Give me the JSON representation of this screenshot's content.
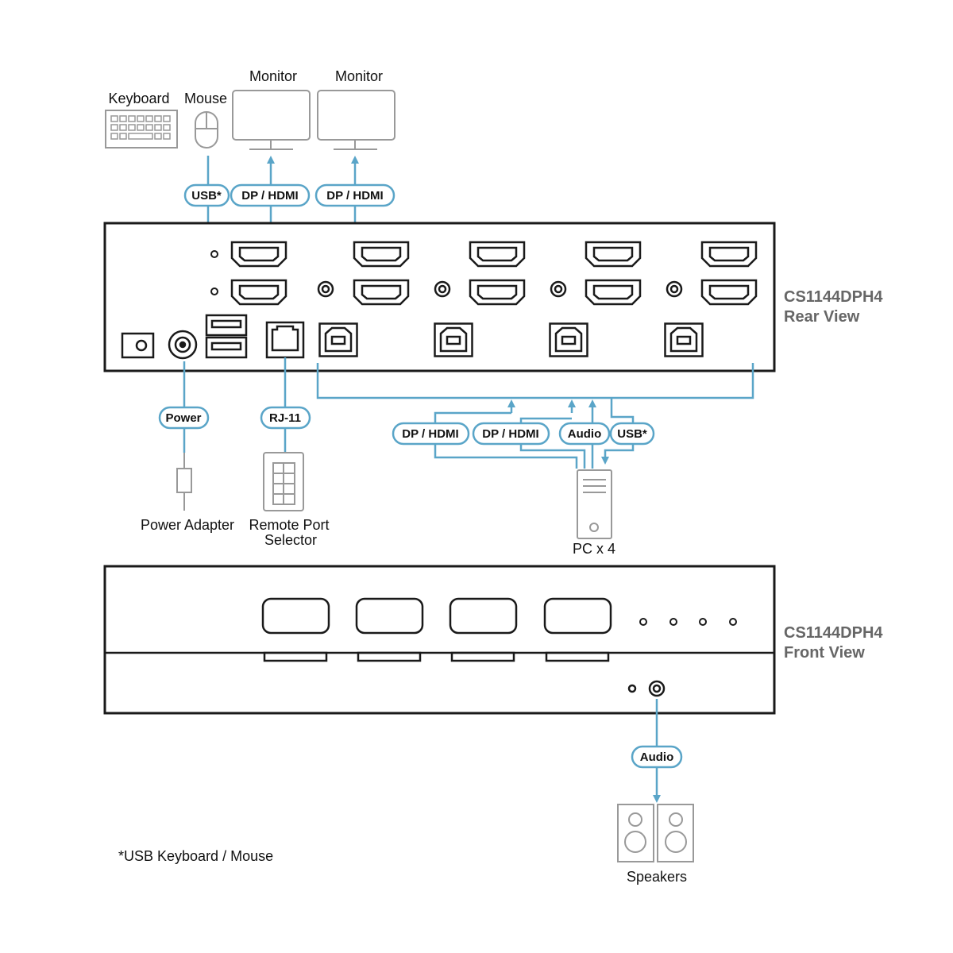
{
  "colors": {
    "line": "#5aa5c8",
    "device": "#1a1a1a",
    "peripheral": "#999999",
    "title": "#666666"
  },
  "peripherals": {
    "keyboard": "Keyboard",
    "mouse": "Mouse",
    "monitor1": "Monitor",
    "monitor2": "Monitor",
    "power_adapter": "Power Adapter",
    "remote_line1": "Remote Port",
    "remote_line2": "Selector",
    "pc": "PC x 4",
    "speakers": "Speakers"
  },
  "rear": {
    "model": "CS1144DPH4",
    "view": "Rear View"
  },
  "front": {
    "model": "CS1144DPH4",
    "view": "Front View"
  },
  "tags": {
    "usb_top": "USB*",
    "dp1": "DP / HDMI",
    "dp2": "DP / HDMI",
    "power": "Power",
    "rj11": "RJ-11",
    "pc_dp1": "DP / HDMI",
    "pc_dp2": "DP / HDMI",
    "pc_audio": "Audio",
    "pc_usb": "USB*",
    "speaker_audio": "Audio"
  },
  "footnote": "*USB Keyboard / Mouse",
  "icons": [
    "keyboard-icon",
    "mouse-icon",
    "monitor-icon",
    "hdmi-port-icon",
    "usb-b-port-icon",
    "usb-a-port-icon",
    "rj11-port-icon",
    "power-plug-icon",
    "remote-selector-icon",
    "pc-tower-icon",
    "speaker-icon"
  ]
}
